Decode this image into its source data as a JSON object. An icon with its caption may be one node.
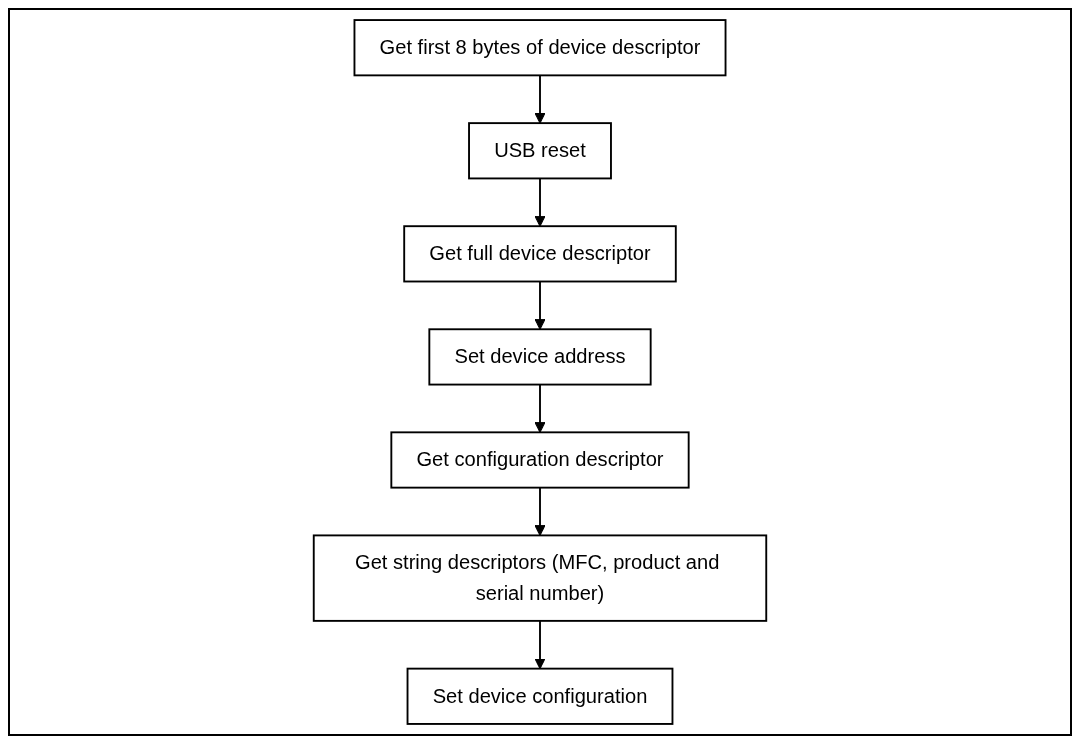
{
  "diagram": {
    "nodes": [
      {
        "text": [
          "Get first 8 bytes of device descriptor"
        ]
      },
      {
        "text": [
          "USB reset"
        ]
      },
      {
        "text": [
          "Get full device descriptor"
        ]
      },
      {
        "text": [
          "Set device address"
        ]
      },
      {
        "text": [
          "Get configuration descriptor"
        ]
      },
      {
        "text": [
          "Get string descriptors (MFC, product and serial number)"
        ]
      },
      {
        "text": [
          "Set device configuration"
        ]
      }
    ],
    "edges": [
      {
        "from": 0,
        "to": 1,
        "arrow": "to"
      },
      {
        "from": 1,
        "to": 2,
        "arrow": "to"
      },
      {
        "from": 2,
        "to": 3,
        "arrow": "to"
      },
      {
        "from": 3,
        "to": 4,
        "arrow": "to"
      },
      {
        "from": 4,
        "to": 5,
        "arrow": "to"
      },
      {
        "from": 5,
        "to": 6,
        "arrow": "to"
      }
    ]
  }
}
